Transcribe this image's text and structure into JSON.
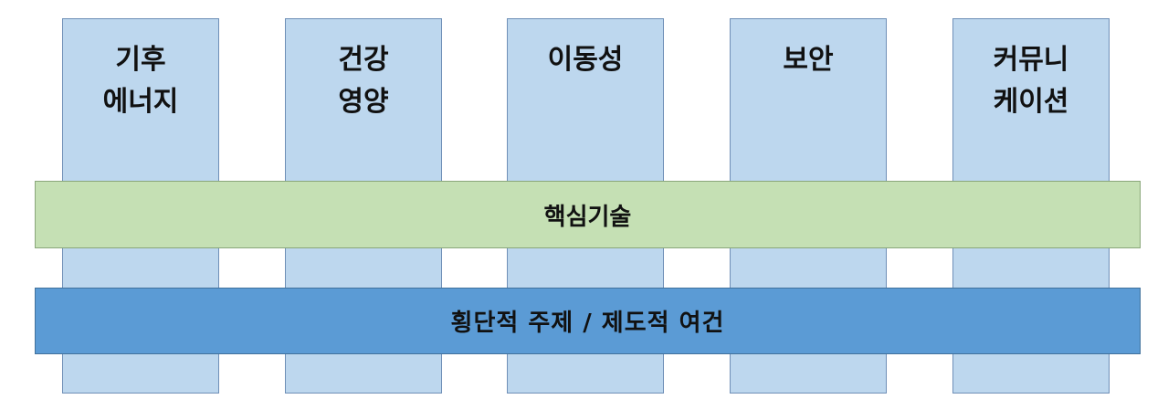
{
  "pillars": [
    {
      "label": "기후\n에너지"
    },
    {
      "label": "건강\n영양"
    },
    {
      "label": "이동성"
    },
    {
      "label": "보안"
    },
    {
      "label": "커뮤니\n케이션"
    }
  ],
  "bands": {
    "core": "핵심기술",
    "cross": "횡단적 주제 / 제도적 여건"
  },
  "colors": {
    "pillar_fill": "#bdd7ee",
    "core_fill": "#c5e0b4",
    "cross_fill": "#5b9bd5"
  }
}
